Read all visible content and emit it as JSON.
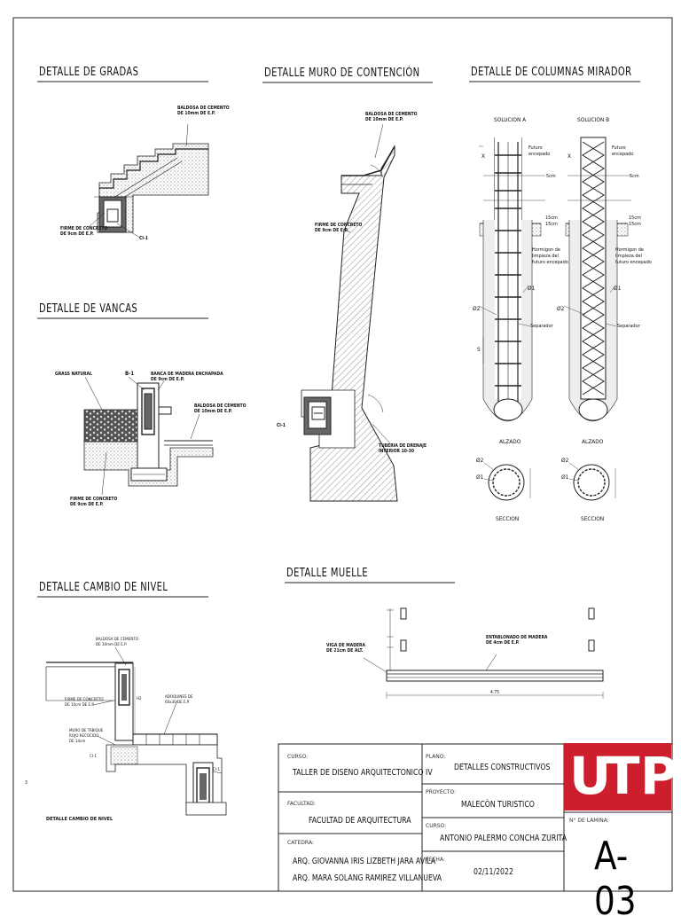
{
  "titles": {
    "gradas": "DETALLE DE GRADAS",
    "muro": "DETALLE MURO DE CONTENCIÓN",
    "columnas": "DETALLE DE COLUMNAS  MIRADOR",
    "vancas": "DETALLE DE VANCAS",
    "cambio": "DETALLE CAMBIO DE NIVEL",
    "muelle": "DETALLE MUELLE"
  },
  "gradas": {
    "baldosa": "BALDOSA DE CEMENTO\nDE 10mm DE E.P.",
    "firme": "FIRME DE CONCRETO\nDE 9cm DE E.P.",
    "ci": "CI-1"
  },
  "muro": {
    "baldosa": "BALDOSA DE CEMENTO\nDE 10mm DE E.P.",
    "firme": "FIRME DE CONCRETO\nDE 9cm DE E.P.",
    "drenaje": "TUBERIA DE DRENAJE\nINTERIOR 10-30",
    "ci": "CI-1"
  },
  "columnas": {
    "sol_a": "SOLUCION A",
    "sol_b": "SOLUCION B",
    "futuro": "Futuro\nencepado",
    "cm5": "5cm",
    "cm15": "15cm\n15cm",
    "hormigon": "Hormigon de\nlimpieza del\nfuturo encepado",
    "separador": "Separador",
    "phi1": "Ø1",
    "phi2": "Ø2",
    "alzado": "ALZADO",
    "seccion": "SECCION",
    "x": "X",
    "s": "S"
  },
  "vancas": {
    "grass": "GRASS NATURAL",
    "b1": "B-1",
    "banca": "BANCA DE MADERA ENCHAPADA\nDE 9cm DE E.P.",
    "baldosa": "BALDOSA DE CEMENTO\nDE 10mm DE E.P.",
    "firme": "FIRME DE CONCRETO\nDE 9cm DE E.P."
  },
  "cambio": {
    "baldosa": "BALDOSA DE CEMENTO\nDE 10mm DE E.P.",
    "firme": "FIRME DE CONCRETO\nDE 10cm DE E.P.",
    "adoquines": "ADOQUINES DE\n60x30 DE E.P.",
    "muro": "MURO DE TABIQUE\nROJO RECOCIDO\nDE 14cm",
    "ci": "CI-1",
    "caption": "DETALLE CAMBIO DE NIVEL",
    "h": "H2",
    "mark": "3"
  },
  "muelle": {
    "viga": "VIGA DE MADERA\nDE 21cm DE ALT.",
    "entablonado": "ENTABLONADO DE MADERA\nDE 4cm DE E.P.",
    "dim": "4.75"
  },
  "titleblock": {
    "curso_label": "CURSO:",
    "curso": "TALLER DE DISEÑO ARQUITECTONICO IV",
    "plano_label": "PLANO:",
    "plano": "DETALLES CONSTRUCTIVOS",
    "facultad_label": "FACULTAD:",
    "facultad": "FACULTAD DE ARQUITECTURA",
    "proyecto_label": "PROYECTO:",
    "proyecto": "MALECÓN TURISTICO",
    "catedra_label": "CATEDRA:",
    "catedra1": "ARQ. GIOVANNA IRIS LIZBETH JARA AVILA",
    "catedra2": "ARQ. MARA SOLANG RAMIREZ VILLANUEVA",
    "curso2_label": "CURSO:",
    "alumno": "ANTONIO PALERMO CONCHA ZURITA",
    "fecha_label": "FECHA:",
    "fecha": "02/11/2022",
    "lamina_label": "N° DE LAMINA:",
    "lamina": "A-03",
    "logo": "UTP"
  }
}
